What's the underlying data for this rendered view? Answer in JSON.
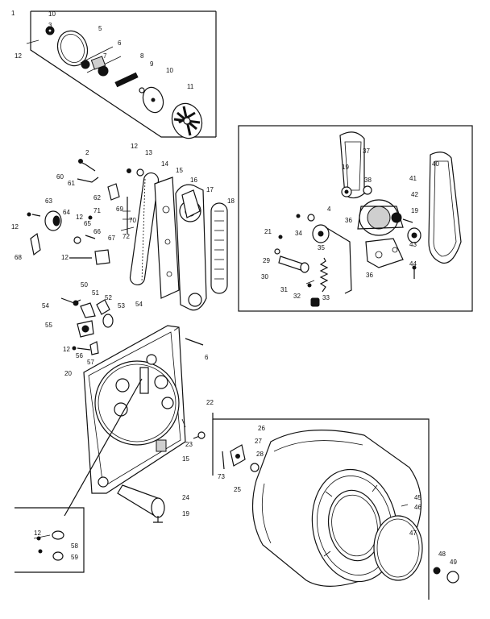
{
  "labels": {
    "p1": "1",
    "p10a": "10",
    "p3": "3",
    "p5": "5",
    "p6": "6",
    "p12a": "12",
    "p7": "7",
    "p8": "8",
    "p9": "9",
    "p10b": "10",
    "p11": "11",
    "p12b": "12",
    "p13": "13",
    "p14": "14",
    "p2": "2",
    "p60": "60",
    "p61": "61",
    "p15a": "15",
    "p16a": "16",
    "p17": "17",
    "p18": "18",
    "p62": "62",
    "p69": "69",
    "p71": "71",
    "p70": "70",
    "p72": "72",
    "p63": "63",
    "p64": "64",
    "p12c": "12",
    "p65": "65",
    "p66a": "66",
    "p67": "67",
    "p68": "68",
    "p12d": "12",
    "p54a": "54",
    "p50": "50",
    "p51": "51",
    "p54b": "54",
    "p52": "52",
    "p53": "53",
    "p55": "55",
    "p12e": "12",
    "p56": "56",
    "p57": "57",
    "p6b": "6",
    "p20": "20",
    "p23": "23",
    "p15b": "15",
    "p24": "24",
    "p19a": "19",
    "p22": "22",
    "p26": "26",
    "p27": "27",
    "p28": "28",
    "p73": "73",
    "p25": "25",
    "p45": "45",
    "p46": "46",
    "p47": "47",
    "p48": "48",
    "p49": "49",
    "p12f": "12",
    "p58": "58",
    "p59": "59",
    "p37": "37",
    "p40": "40",
    "p19b": "19",
    "p38": "38",
    "p41": "41",
    "p42": "42",
    "p4": "4",
    "p36a": "36",
    "p19c": "19",
    "p21": "21",
    "p34": "34",
    "p35": "35",
    "p29": "29",
    "p43": "43",
    "p44": "44",
    "p30": "30",
    "p31": "31",
    "p36b": "36",
    "p32": "32",
    "p33": "33"
  }
}
